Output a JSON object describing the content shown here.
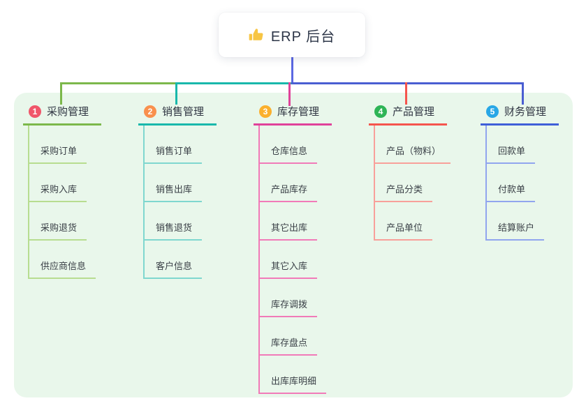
{
  "root": {
    "label": "ERP 后台",
    "icon": "thumbs-up-icon"
  },
  "branches": [
    {
      "number": "1",
      "label": "采购管理",
      "badge_color": "#f0566a",
      "line_color": "#7cb84b",
      "child_line_color": "#b7dd90",
      "children": [
        "采购订单",
        "采购入库",
        "采购退货",
        "供应商信息"
      ]
    },
    {
      "number": "2",
      "label": "销售管理",
      "badge_color": "#f9904d",
      "line_color": "#19b8ab",
      "child_line_color": "#7fd7cf",
      "children": [
        "销售订单",
        "销售出库",
        "销售退货",
        "客户信息"
      ]
    },
    {
      "number": "3",
      "label": "库存管理",
      "badge_color": "#fbb02d",
      "line_color": "#e0429a",
      "child_line_color": "#f17ab8",
      "children": [
        "仓库信息",
        "产品库存",
        "其它出库",
        "其它入库",
        "库存调拨",
        "库存盘点",
        "出库库明细"
      ]
    },
    {
      "number": "4",
      "label": "产品管理",
      "badge_color": "#2eb456",
      "line_color": "#f5554e",
      "child_line_color": "#f8a09a",
      "children": [
        "产品（物料）",
        "产品分类",
        "产品单位"
      ]
    },
    {
      "number": "5",
      "label": "财务管理",
      "badge_color": "#28a7e6",
      "line_color": "#3f5fd8",
      "child_line_color": "#91a5ee",
      "children": [
        "回款单",
        "付款单",
        "结算账户"
      ]
    }
  ],
  "colors": {
    "canvas_bg": "#ffffff",
    "panel_bg": "#e9f7eb",
    "trunk_blue": "#5b68e2",
    "bus_blue": "#4a5ed2",
    "branch_text": "#2f3542",
    "child_text": "#3a4047",
    "thumb_icon": "#f7c544"
  }
}
